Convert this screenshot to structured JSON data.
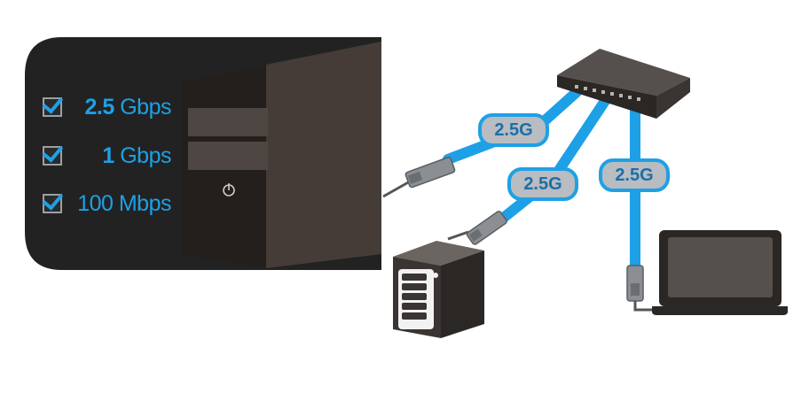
{
  "speed_options": [
    {
      "value": "2.5",
      "unit": "Gbps",
      "checked": true
    },
    {
      "value": "1",
      "unit": "Gbps",
      "checked": true
    },
    {
      "value": "100",
      "unit": "Mbps",
      "checked": true
    }
  ],
  "link_labels": {
    "pc_to_switch": "2.5G",
    "nas_to_switch": "2.5G",
    "laptop_to_switch": "2.5G"
  },
  "colors": {
    "accent_blue": "#1ea0e6",
    "panel_dark": "#222222",
    "badge_gray": "#b9bcc1"
  },
  "icons": [
    "checkbox-checked-icon",
    "power-icon",
    "tower-pc-icon",
    "network-switch-icon",
    "nas-server-icon",
    "laptop-icon",
    "usb-ethernet-adapter-icon"
  ]
}
